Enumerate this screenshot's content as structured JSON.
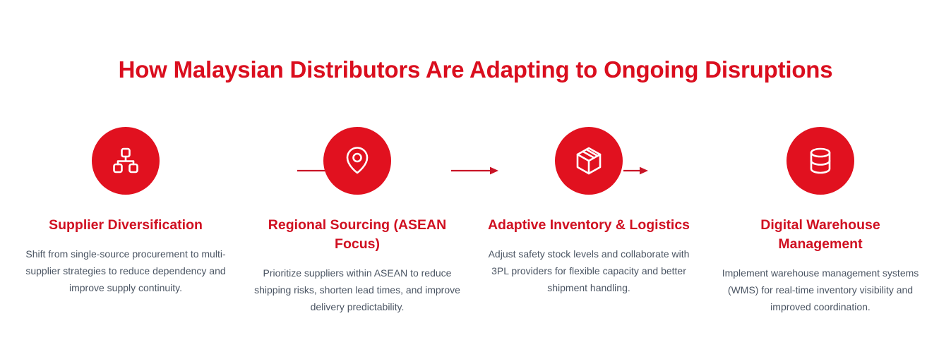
{
  "title": "How Malaysian Distributors Are Adapting to Ongoing Disruptions",
  "colors": {
    "background": "#ffffff",
    "title_red": "#da0e1e",
    "heading_red": "#d01021",
    "circle_red": "#e1111f",
    "arrow_red": "#c81426",
    "body_text": "#4b5563",
    "icon_stroke": "#ffffff"
  },
  "steps": [
    {
      "icon": "org-chart-icon",
      "heading": "Supplier Diversification",
      "description": "Shift from single-source procurement to multi-\nsupplier strategies to reduce dependency and\nimprove supply continuity."
    },
    {
      "icon": "location-pin-icon",
      "heading": "Regional Sourcing (ASEAN\nFocus)",
      "description": "Prioritize suppliers within ASEAN to reduce\nshipping risks, shorten lead times, and improve\ndelivery predictability."
    },
    {
      "icon": "package-box-icon",
      "heading": "Adaptive Inventory & Logistics",
      "description": "Adjust safety stock levels and collaborate with\n3PL providers for flexible capacity and better\nshipment handling."
    },
    {
      "icon": "database-icon",
      "heading": "Digital Warehouse\nManagement",
      "description": "Implement warehouse management systems\n(WMS) for real-time inventory visibility and\nimproved coordination."
    }
  ]
}
